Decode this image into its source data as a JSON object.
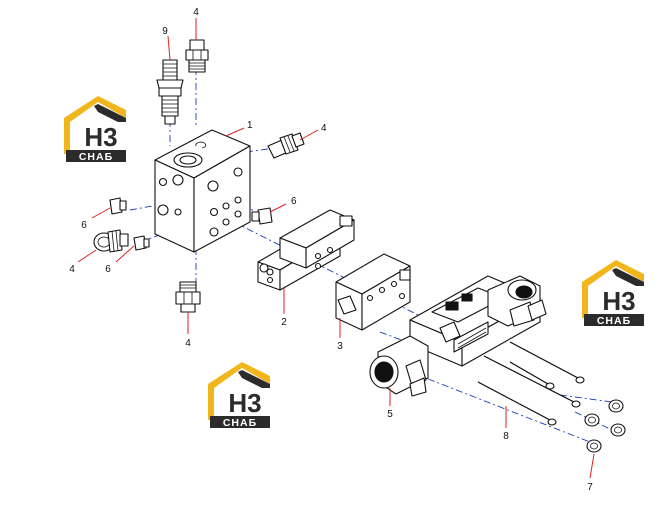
{
  "callouts": {
    "c1": "1",
    "c2": "2",
    "c3": "3",
    "c4a": "4",
    "c4b": "4",
    "c4c": "4",
    "c4d": "4",
    "c5": "5",
    "c6a": "6",
    "c6b": "6",
    "c6c": "6",
    "c7": "7",
    "c8": "8",
    "c9": "9"
  },
  "logo": {
    "mark": "H3",
    "word": "СНАБ",
    "colors": {
      "gold": "#f2b61d",
      "dark": "#2b2b2b",
      "light": "#ffffff"
    }
  },
  "colors": {
    "leader": "#dd2222",
    "axis": "#1f3fb8",
    "line": "#111111"
  }
}
